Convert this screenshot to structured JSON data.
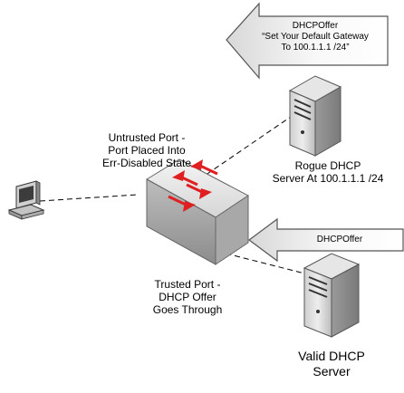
{
  "rogue_offer": {
    "line1": "DHCPOffer",
    "line2": "“Set Your Default Gateway",
    "line3": "To 100.1.1.1 /24”"
  },
  "valid_offer": {
    "label": "DHCPOffer"
  },
  "untrusted_port": {
    "line1": "Untrusted Port -",
    "line2": "Port Placed Into",
    "line3": "Err-Disabled State"
  },
  "trusted_port": {
    "line1": "Trusted Port -",
    "line2": "DHCP Offer",
    "line3": "Goes Through"
  },
  "rogue_server": {
    "line1": "Rogue DHCP",
    "line2": "Server At 100.1.1.1 /24"
  },
  "valid_server": {
    "line1": "Valid DHCP",
    "line2": "Server"
  },
  "colors": {
    "switch_arrow": "#e02020",
    "device_gray": "#c8c8c8",
    "line": "#000000"
  },
  "icons": [
    "workstation-icon",
    "switch-icon",
    "server-icon",
    "left-arrow-callout"
  ]
}
